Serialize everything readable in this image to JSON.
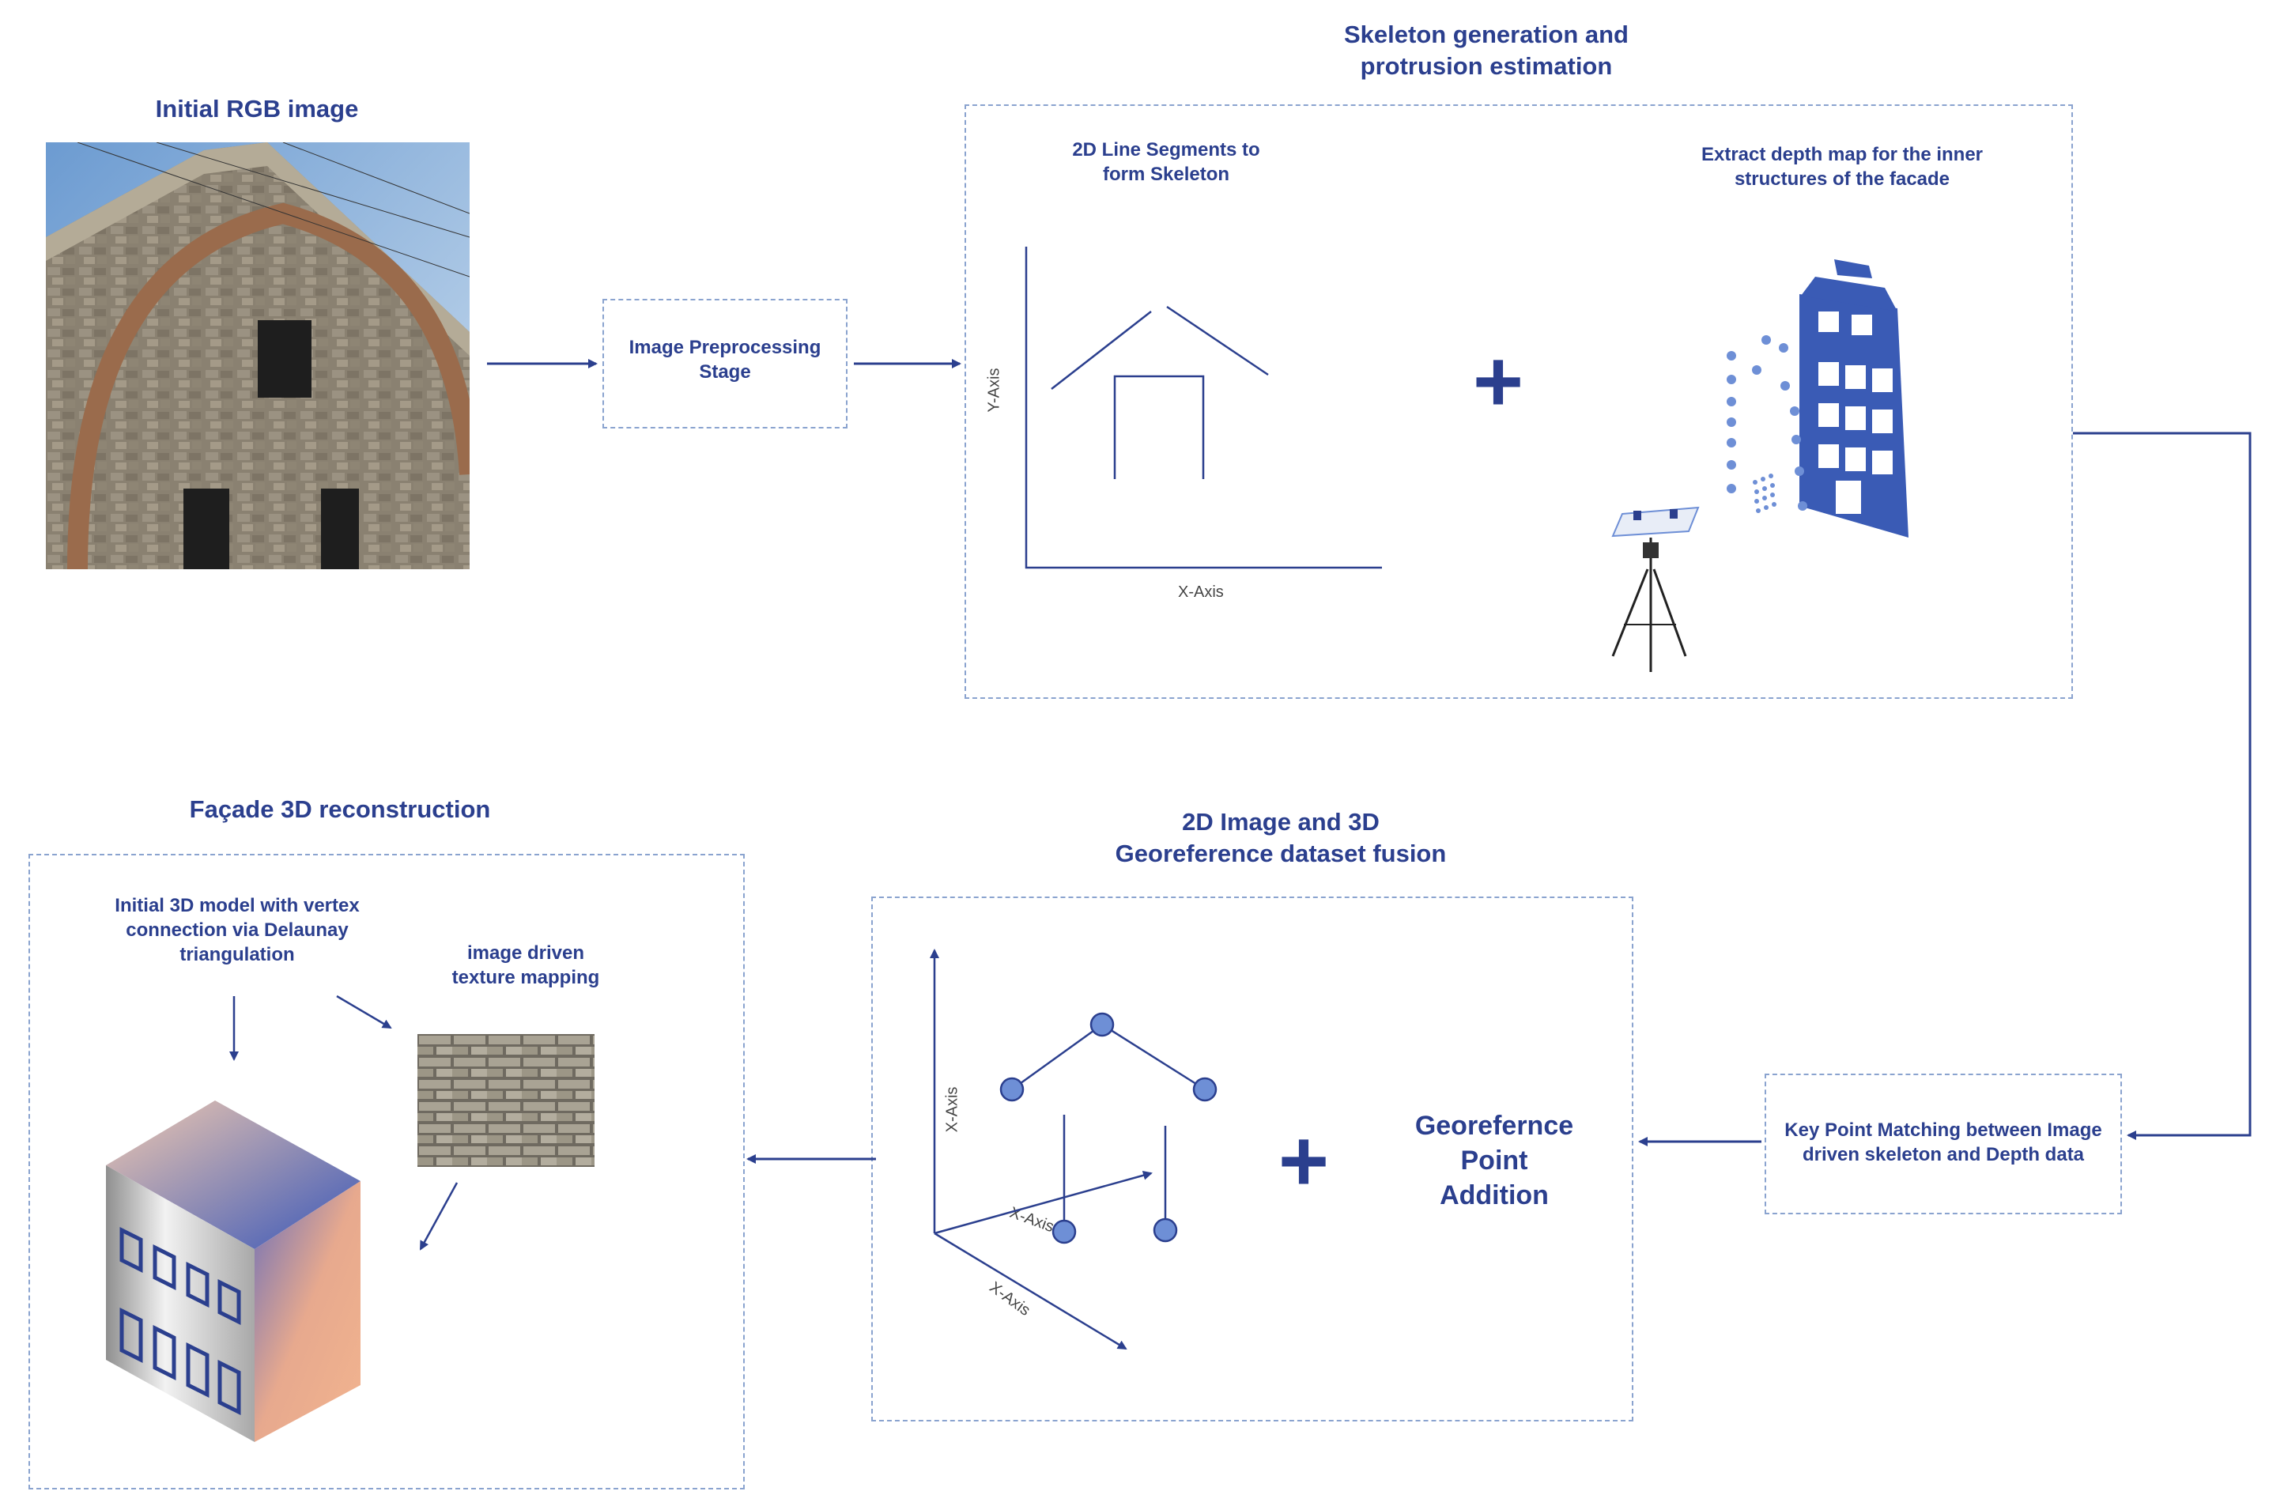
{
  "titles": {
    "initial_rgb": "Initial RGB image",
    "skeleton": "Skeleton generation and\nprotrusion estimation",
    "facade_3d": "Façade 3D reconstruction",
    "fusion": "2D Image and 3D\nGeoreference dataset fusion"
  },
  "boxes": {
    "preprocessing": "Image Preprocessing\nStage",
    "keypoint": "Key Point Matching between Image\ndriven skeleton and Depth data"
  },
  "skeleton_panel": {
    "line_segments": "2D Line Segments to\nform Skeleton",
    "depth_map": "Extract depth map for the inner\nstructures of the facade",
    "x_axis": "X-Axis",
    "y_axis": "Y-Axis",
    "plus": "+"
  },
  "fusion_panel": {
    "x_axis_vertical": "X-Axis",
    "x_axis_diag1": "X-Axis",
    "x_axis_diag2": "X-Axis",
    "georef": "Georefernce\nPoint\nAddition",
    "plus": "+"
  },
  "reconstruction_panel": {
    "initial_model": "Initial 3D model with vertex\nconnection via Delaunay\ntriangulation",
    "texture": "image driven\ntexture mapping"
  },
  "colors": {
    "accent": "#2b3f8e",
    "building": "#3a5bb5",
    "dash": "#8aa3cf",
    "node": "#6e8fd6"
  }
}
